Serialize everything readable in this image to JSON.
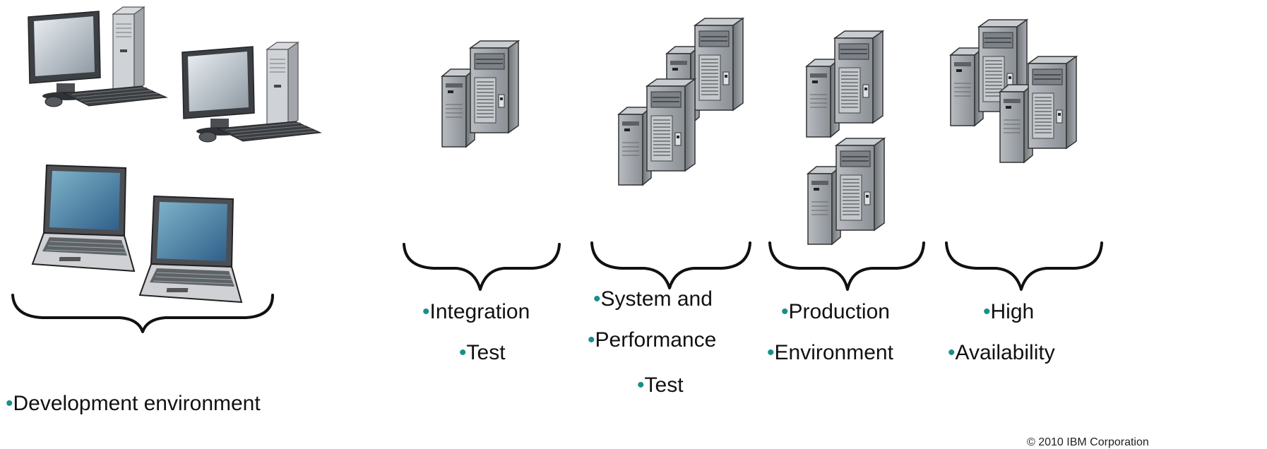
{
  "labels": {
    "development": "Development environment",
    "integration_line1": "Integration",
    "integration_line2": "Test",
    "system_line1": "System and",
    "system_line2": "Performance",
    "system_line3": "Test",
    "production_line1": "Production",
    "production_line2": "Environment",
    "ha_line1": "High",
    "ha_line2": "Availability"
  },
  "footer": {
    "copyright": "© 2010 IBM Corporation"
  },
  "colors": {
    "bullet": "#1a8f8a",
    "bracket": "#111111",
    "server_body": "#9a9ea3",
    "screen": "#2f5f8a"
  },
  "icons": {
    "desktop": "desktop-computer-icon",
    "laptop": "laptop-icon",
    "server": "server-tower-icon"
  }
}
